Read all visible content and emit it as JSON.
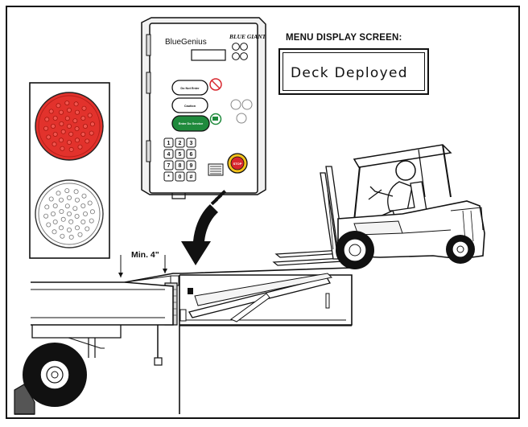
{
  "menu_display": {
    "title": "MENU DISPLAY SCREEN:",
    "screen_text": "Deck Deployed"
  },
  "controller": {
    "brand_left": "BlueGenius",
    "brand_right": "BLUE GIANT",
    "button_1": "Do Not Enter",
    "button_2": "Caution",
    "button_3": "Enter Do Service",
    "stop_label": "STOP",
    "keypad_keys": [
      "1",
      "2",
      "3",
      "4",
      "5",
      "6",
      "7",
      "8",
      "9",
      "*",
      "0",
      "#"
    ]
  },
  "min_clearance_label": "Min. 4\"",
  "colors": {
    "red_light": "#e2322c",
    "green_button": "#1f8a3c",
    "stop_red": "#d8272e",
    "stop_yellow": "#f4c21b",
    "outline": "#111111"
  }
}
